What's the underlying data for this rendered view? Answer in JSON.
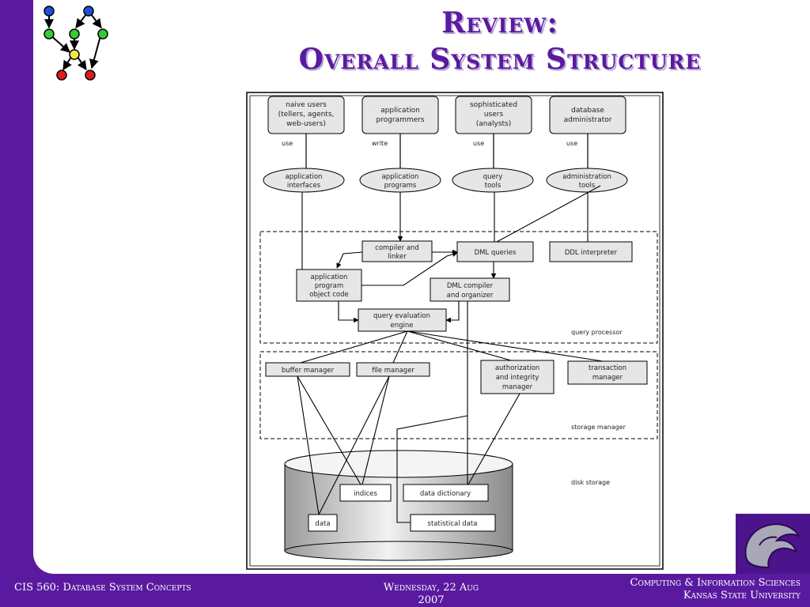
{
  "slide": {
    "title_line1": "Review:",
    "title_line2": "Overall System Structure"
  },
  "diagram": {
    "users": [
      {
        "lines": [
          "naive users",
          "(tellers, agents,",
          "web-users)"
        ],
        "action": "use"
      },
      {
        "lines": [
          "application",
          "programmers"
        ],
        "action": "write"
      },
      {
        "lines": [
          "sophisticated",
          "users",
          "(analysts)"
        ],
        "action": "use"
      },
      {
        "lines": [
          "database",
          "administrator"
        ],
        "action": "use"
      }
    ],
    "tools": [
      [
        "application",
        "interfaces"
      ],
      [
        "application",
        "programs"
      ],
      [
        "query",
        "tools"
      ],
      [
        "administration",
        "tools"
      ]
    ],
    "query_processor": {
      "label": "query processor",
      "compiler_linker": [
        "compiler and",
        "linker"
      ],
      "dml_queries": "DML queries",
      "ddl_interpreter": "DDL interpreter",
      "app_object_code": [
        "application",
        "program",
        "object code"
      ],
      "dml_compiler": [
        "DML compiler",
        "and organizer"
      ],
      "query_eval_engine": [
        "query evaluation",
        "engine"
      ]
    },
    "storage_manager": {
      "label": "storage manager",
      "buffer_manager": "buffer manager",
      "file_manager": "file manager",
      "auth_integrity": [
        "authorization",
        "and integrity",
        "manager"
      ],
      "transaction_manager": [
        "transaction",
        "manager"
      ]
    },
    "disk_storage": {
      "label": "disk storage",
      "indices": "indices",
      "data_dictionary": "data dictionary",
      "data": "data",
      "statistical_data": "statistical data"
    }
  },
  "footer": {
    "course": "CIS 560: Database System Concepts",
    "date_line1": "Wednesday, 22 Aug",
    "date_line2": "2007",
    "dept_line1": "Computing & Information Sciences",
    "dept_line2": "Kansas State University"
  },
  "colors": {
    "purple": "#5a1aa0",
    "title_shadow": "#b9a3d4",
    "box_fill": "#e6e6e6",
    "node_blue": "#1f4fd6",
    "node_green": "#33cc33",
    "node_yellow": "#f2e84a",
    "node_red": "#e01b1b"
  },
  "icons": {
    "logo": "graph-network-logo",
    "corner": "ksu-wildcat-logo"
  }
}
